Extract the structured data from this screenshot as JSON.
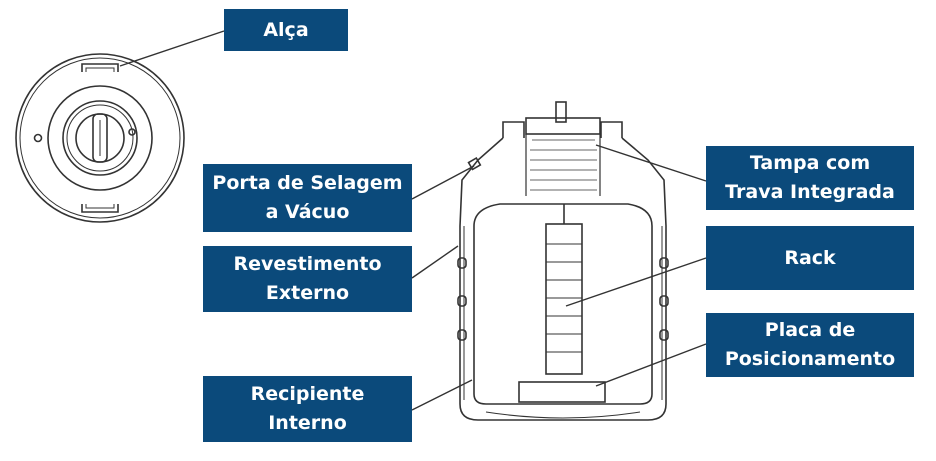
{
  "colors": {
    "label_bg": "#0b4a7b",
    "label_text": "#ffffff",
    "line": "#333333"
  },
  "labels": {
    "alca": {
      "lines": [
        "Alça"
      ]
    },
    "porta": {
      "lines": [
        "Porta de Selagem",
        "a Vácuo"
      ]
    },
    "revestimento": {
      "lines": [
        "Revestimento",
        "Externo"
      ]
    },
    "recipiente": {
      "lines": [
        "Recipiente",
        "Interno"
      ]
    },
    "tampa": {
      "lines": [
        "Tampa com",
        "Trava Integrada"
      ]
    },
    "rack": {
      "lines": [
        "Rack"
      ]
    },
    "placa": {
      "lines": [
        "Placa de",
        "Posicionamento"
      ]
    }
  }
}
